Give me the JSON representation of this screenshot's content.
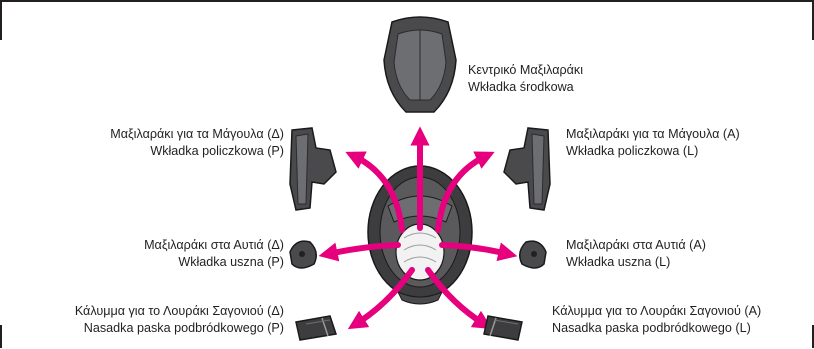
{
  "colors": {
    "arrow": "#e6007e",
    "pad_dark": "#4a4a4c",
    "pad_mid": "#6d6e71",
    "outline": "#1a1a1a",
    "liner_white": "#f2f2f2",
    "frame_border": "#231f20"
  },
  "parts": {
    "center_pad": {
      "icon": "center-pad-icon",
      "line1": "Κεντρικό Μαξιλαράκι",
      "line2": "Wkładka środkowa"
    },
    "cheek_pad_right": {
      "icon": "cheek-pad-icon",
      "line1": "Μαξιλαράκι για τα Μάγουλα (Δ)",
      "line2": "Wkładka policzkowa (P)"
    },
    "cheek_pad_left": {
      "icon": "cheek-pad-icon",
      "line1": "Μαξιλαράκι για τα Μάγουλα (Α)",
      "line2": "Wkładka policzkowa (L)"
    },
    "ear_pad_right": {
      "icon": "ear-pad-icon",
      "line1": "Μαξιλαράκι στα Αυτιά (Δ)",
      "line2": "Wkładka uszna (P)"
    },
    "ear_pad_left": {
      "icon": "ear-pad-icon",
      "line1": "Μαξιλαράκι στα Αυτιά (Α)",
      "line2": "Wkładka uszna (L)"
    },
    "chin_strap_cover_right": {
      "icon": "chin-strap-cover-icon",
      "line1": "Κάλυμμα για το Λουράκι Σαγονιού (Δ)",
      "line2": "Nasadka paska podbródkowego (P)"
    },
    "chin_strap_cover_left": {
      "icon": "chin-strap-cover-icon",
      "line1": "Κάλυμμα για το Λουράκι Σαγονιού (Α)",
      "line2": "Nasadka paska podbródkowego (L)"
    }
  }
}
